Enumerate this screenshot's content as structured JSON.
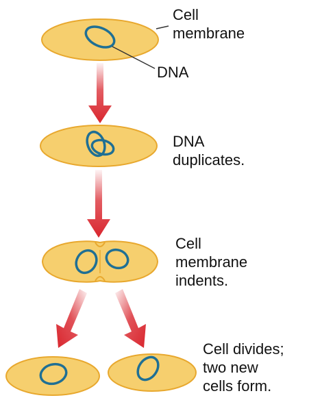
{
  "labels": {
    "cell_membrane": "Cell\nmembrane",
    "dna": "DNA",
    "dna_duplicates": "DNA\nduplicates.",
    "membrane_indents": "Cell\nmembrane\nindents.",
    "cell_divides": "Cell divides;\ntwo new\ncells form."
  },
  "colors": {
    "cell_fill": "#f6cf6e",
    "cell_edge": "#e8a82e",
    "dna_strand": "#1f6f94",
    "arrow": "#d9262e",
    "label_text": "#111111",
    "pointer_line": "#333333"
  }
}
